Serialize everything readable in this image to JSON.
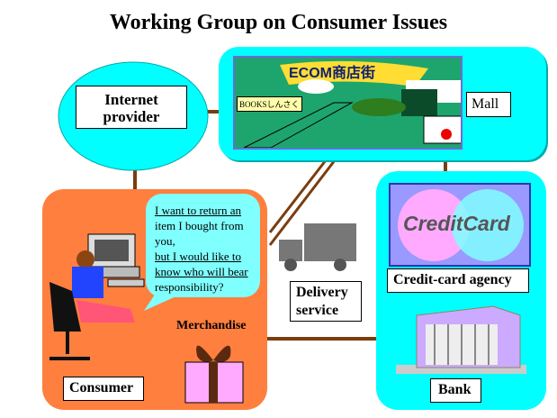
{
  "title": "Working Group on Consumer Issues",
  "nodes": {
    "internet_provider": "Internet provider",
    "mall": "Mall",
    "mall_sign": "ECOM商店街",
    "mall_shop_sign": "BOOKSしんさく",
    "consumer": "Consumer",
    "merchandise": "Merchandise",
    "delivery": "Delivery service",
    "credit_card_text": "CreditCard",
    "credit_agency": "Credit-card agency",
    "bank": "Bank"
  },
  "speech": {
    "line1": "I want to return an",
    "line2": "item I bought from",
    "line3": "you,",
    "line4": "but I would like to",
    "line5": "know who will bear",
    "line6": "responsibility?"
  },
  "colors": {
    "cyan": "#00ffff",
    "orange": "#ff7f3f",
    "connector": "#7a3d10"
  }
}
